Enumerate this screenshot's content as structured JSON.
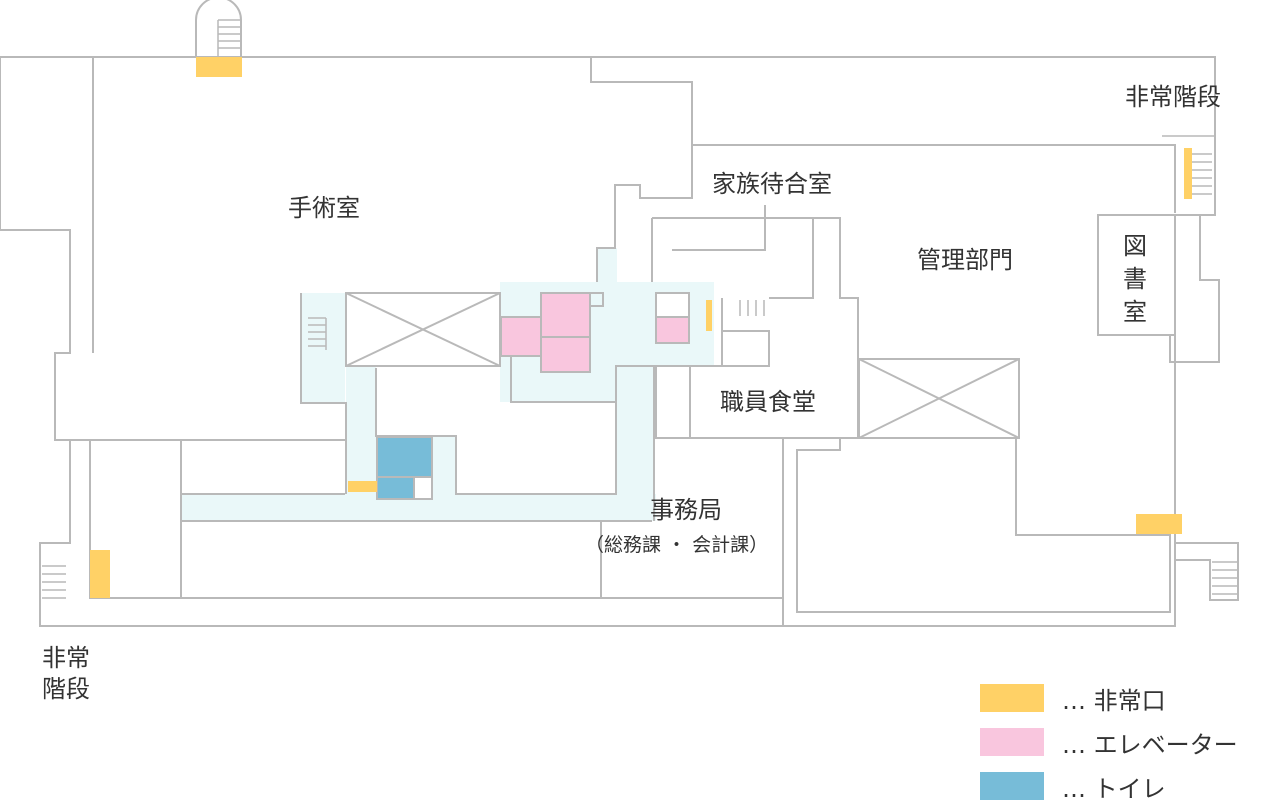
{
  "map": {
    "rooms": {
      "surgery": "手術室",
      "family_waiting": "家族待合室",
      "management": "管理部門",
      "library": "図\n書\n室",
      "staff_cafeteria": "職員食堂",
      "secretariat": "事務局",
      "secretariat_sub": "（総務課 ・ 会計課）",
      "emergency_stairs_top": "非常階段",
      "emergency_stairs_bottom": "非常\n階段"
    },
    "colors": {
      "wall": "#b9b9b9",
      "corridor": "#eaf8f9",
      "exit": "#ffd166",
      "elevator": "#f9c6de",
      "toilet": "#77bcd8"
    }
  },
  "legend": [
    {
      "color": "#ffd166",
      "label": "… 非常口"
    },
    {
      "color": "#f9c6de",
      "label": "… エレベーター"
    },
    {
      "color": "#77bcd8",
      "label": "… トイレ"
    }
  ]
}
